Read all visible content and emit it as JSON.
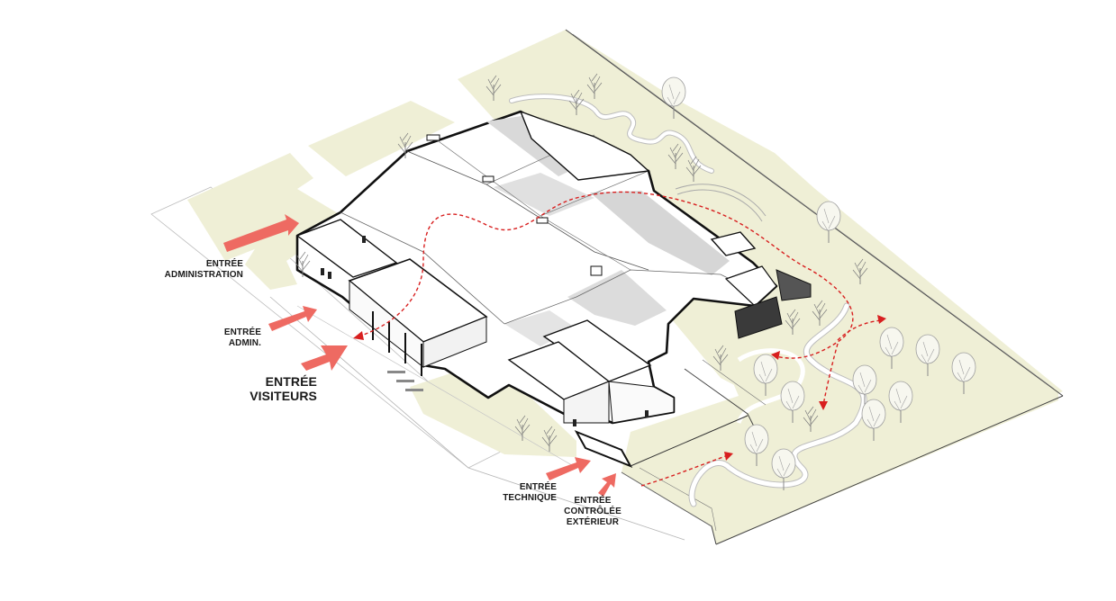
{
  "labels": {
    "entree_administration": [
      "ENTRÉE",
      "ADMINISTRATION"
    ],
    "entree_admin": [
      "ENTRÉE",
      "ADMIN."
    ],
    "entree_visiteurs": [
      "ENTRÉE",
      "VISITEURS"
    ],
    "entree_technique": [
      "ENTRÉE",
      "TECHNIQUE"
    ],
    "entree_controlee": [
      "ENTRÉE",
      "CONTRÔLÉE",
      "EXTÉRIEUR"
    ]
  },
  "colors": {
    "ground": "#efefd6",
    "roof": "#ffffff",
    "roof_shade": "#d9d9d9",
    "outline": "#111111",
    "arrow": "#ee6a62",
    "path_dashed": "#d81f1f",
    "tree": "#9a9a9a"
  },
  "icons": [
    "entry-arrow-icon",
    "tree-icon",
    "walking-path-icon"
  ]
}
